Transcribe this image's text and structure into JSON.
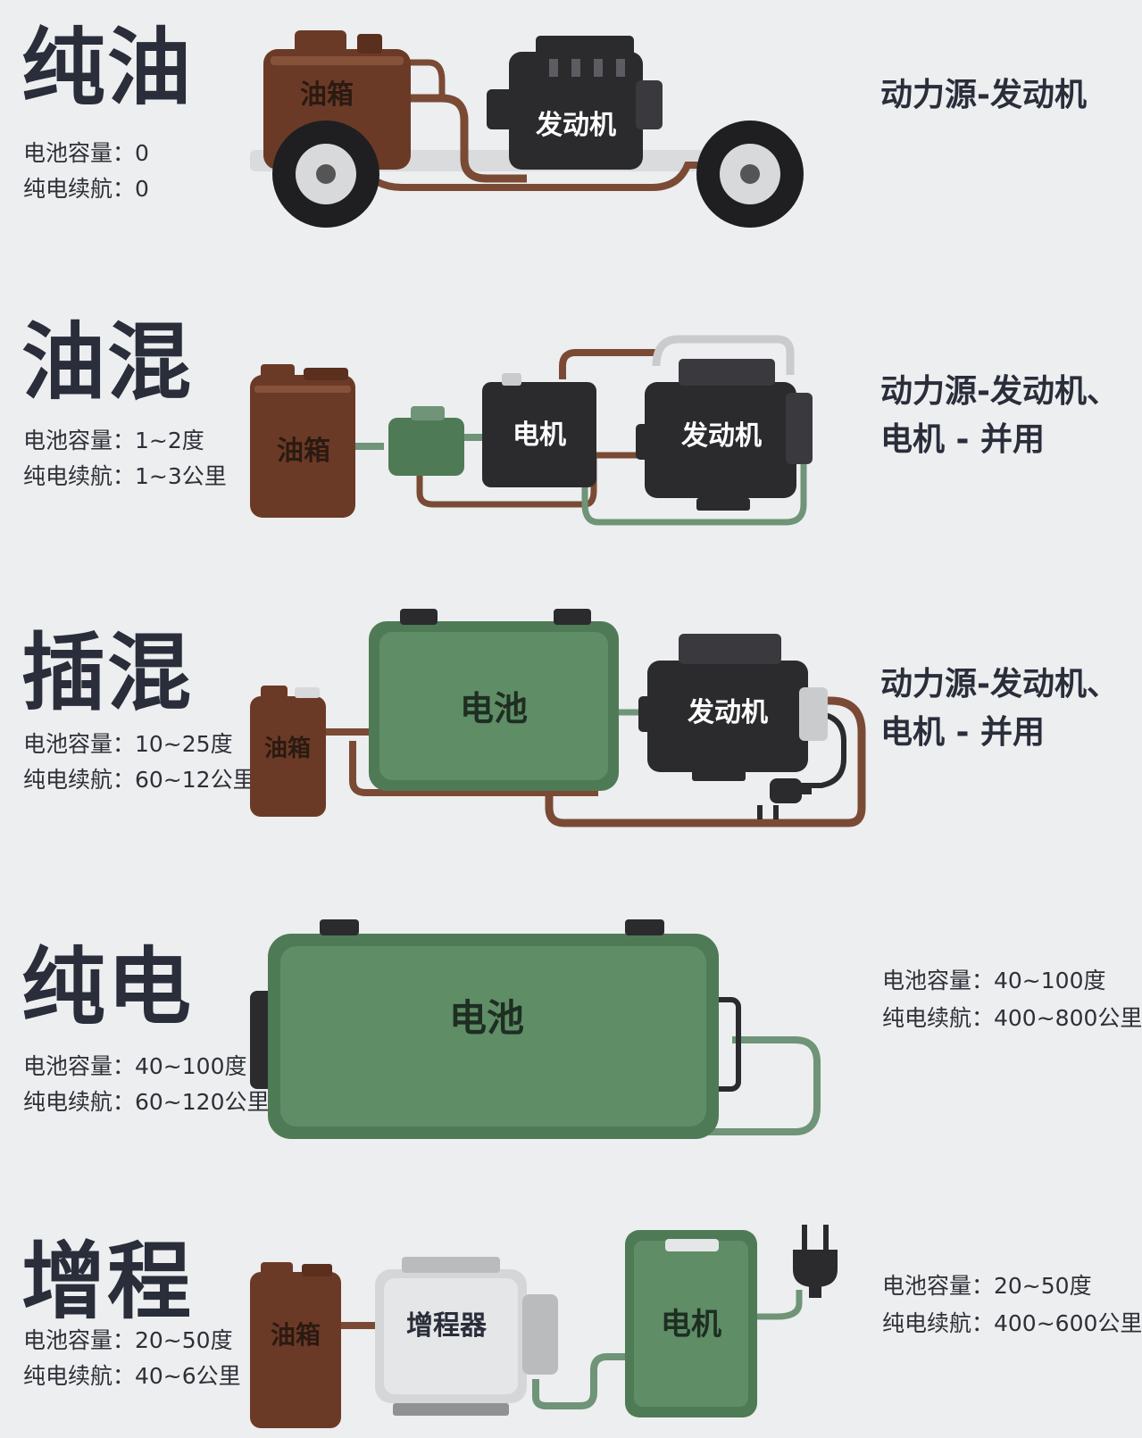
{
  "sections": [
    {
      "title": "纯油",
      "specs": [
        "电池容量：0",
        "纯电续航：0"
      ],
      "power": [
        "动力源-发动机"
      ],
      "parts": {
        "tank": "油箱",
        "engine": "发动机"
      }
    },
    {
      "title": "油混",
      "specs": [
        "电池容量：1~2度",
        "纯电续航：1~3公里"
      ],
      "power": [
        "动力源-发动机、",
        "电机 - 并用"
      ],
      "parts": {
        "tank": "油箱",
        "motor": "电机",
        "engine": "发动机"
      }
    },
    {
      "title": "插混",
      "specs": [
        "电池容量：10~25度",
        "纯电续航：60~12公里"
      ],
      "power": [
        "动力源-发动机、",
        "电机 - 并用"
      ],
      "parts": {
        "tank": "油箱",
        "battery": "电池",
        "engine": "发动机"
      }
    },
    {
      "title": "纯电",
      "specs": [
        "电池容量：40~100度",
        "纯电续航：60~120公里"
      ],
      "side_specs": [
        "电池容量：40~100度",
        "纯电续航：400~800公里"
      ],
      "parts": {
        "battery": "电池"
      }
    },
    {
      "title": "增程",
      "specs": [
        "电池容量：20~50度",
        "纯电续航：40~6公里"
      ],
      "side_specs": [
        "电池容量：20~50度",
        "纯电续航：400~600公里"
      ],
      "parts": {
        "tank": "油箱",
        "extender": "增程器",
        "motor": "电机"
      }
    }
  ],
  "colors": {
    "background": "#eceeef",
    "tank": "#6b3a26",
    "engine": "#2b2b2e",
    "battery": "#4f7a56",
    "pipe_brown": "#7a4a35",
    "pipe_green": "#6f9478"
  },
  "icons": [
    "fuel-tank-icon",
    "engine-icon",
    "motor-icon",
    "battery-icon",
    "range-extender-icon",
    "wheel-icon",
    "plug-icon"
  ]
}
